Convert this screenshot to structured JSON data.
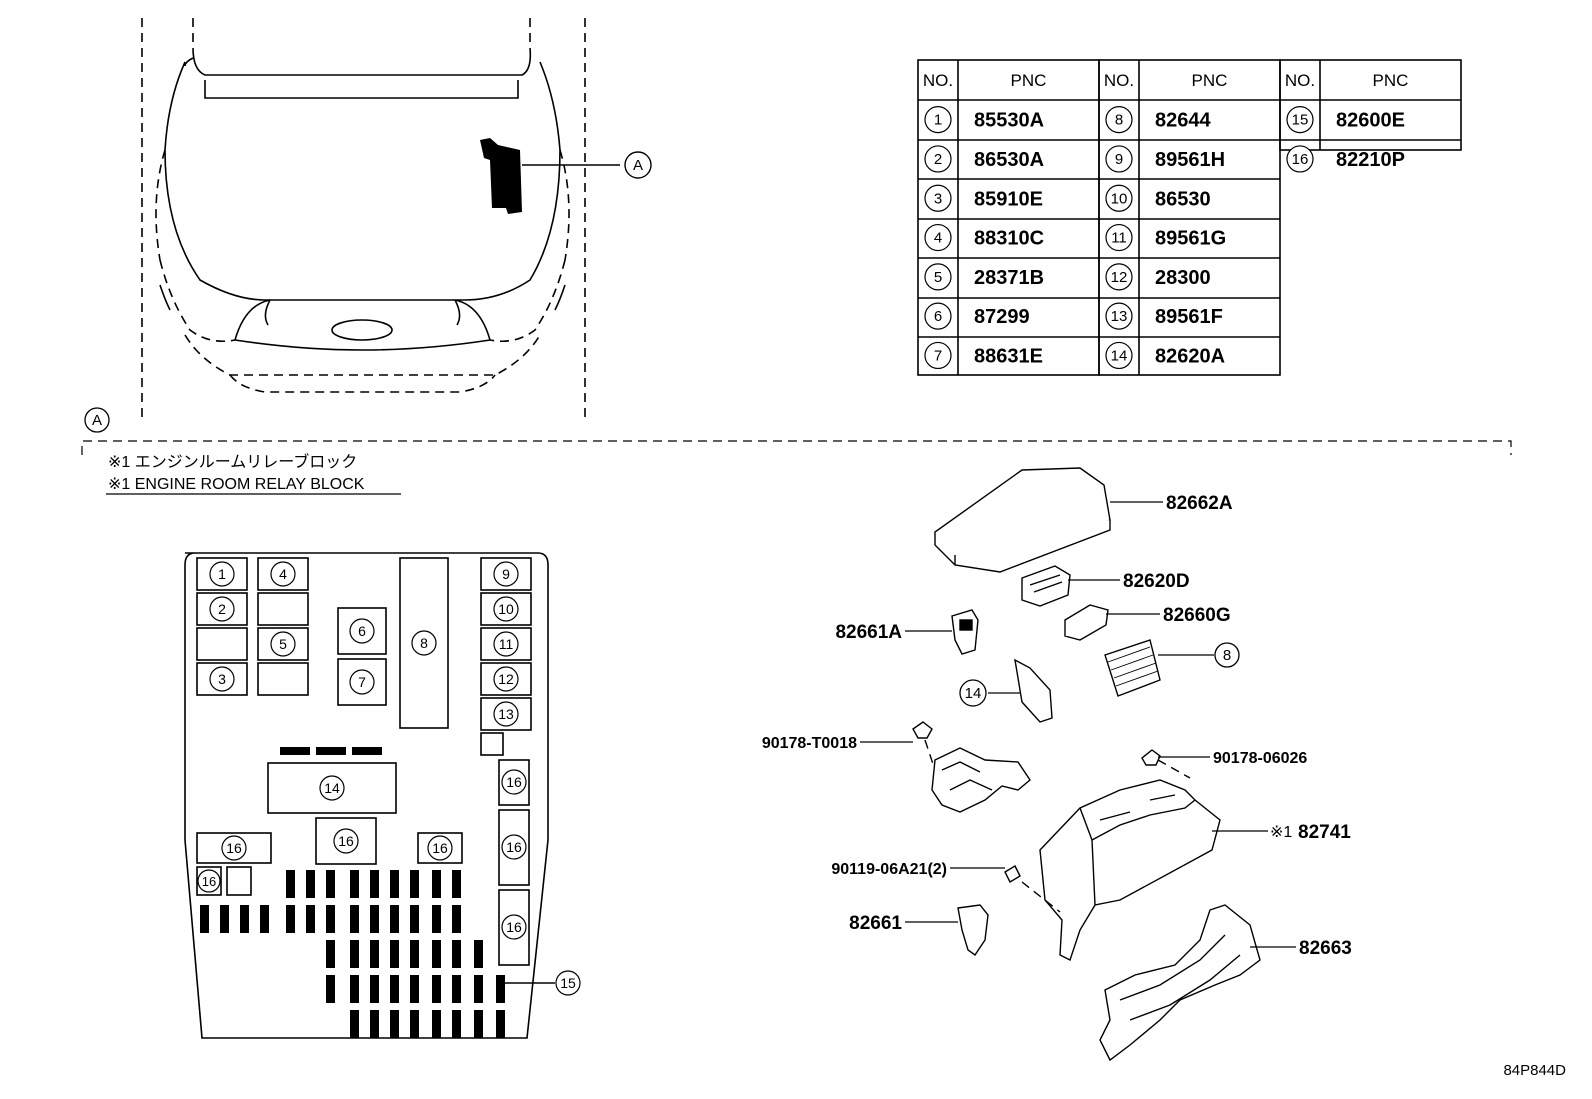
{
  "locator": {
    "callout": "A"
  },
  "section_marker": "A",
  "pnc_table": {
    "headers": [
      "NO.",
      "PNC",
      "NO.",
      "PNC",
      "NO.",
      "PNC"
    ],
    "rows": [
      {
        "no": "1",
        "pnc": "85530A"
      },
      {
        "no": "2",
        "pnc": "86530A"
      },
      {
        "no": "3",
        "pnc": "85910E"
      },
      {
        "no": "4",
        "pnc": "88310C"
      },
      {
        "no": "5",
        "pnc": "28371B"
      },
      {
        "no": "6",
        "pnc": "87299"
      },
      {
        "no": "7",
        "pnc": "88631E"
      },
      {
        "no": "8",
        "pnc": "82644"
      },
      {
        "no": "9",
        "pnc": "89561H"
      },
      {
        "no": "10",
        "pnc": "86530"
      },
      {
        "no": "11",
        "pnc": "89561G"
      },
      {
        "no": "12",
        "pnc": "28300"
      },
      {
        "no": "13",
        "pnc": "89561F"
      },
      {
        "no": "14",
        "pnc": "82620A"
      },
      {
        "no": "15",
        "pnc": "82600E"
      },
      {
        "no": "16",
        "pnc": "82210P"
      }
    ]
  },
  "note": {
    "jp": "※1 エンジンルームリレーブロック",
    "en": "※1 ENGINE ROOM RELAY BLOCK"
  },
  "relay_block_labels": {
    "n1": "1",
    "n2": "2",
    "n3": "3",
    "n4": "4",
    "n5": "5",
    "n6": "6",
    "n7": "7",
    "n8": "8",
    "n9": "9",
    "n10": "10",
    "n11": "11",
    "n12": "12",
    "n13": "13",
    "n14": "14",
    "n15": "15",
    "n16": "16"
  },
  "exploded_callouts": {
    "cover": "82662A",
    "relay_d": "82620D",
    "relay_g": "82660G",
    "bracket_a": "82661A",
    "ref8": "8",
    "ref14": "14",
    "clip_t": "90178-T0018",
    "clip_06": "90178-06026",
    "block_mark": "※1",
    "block": "82741",
    "bolt": "90119-06A21(2)",
    "bracket": "82661",
    "lower_cover": "82663"
  },
  "diagram_id": "84P844D"
}
